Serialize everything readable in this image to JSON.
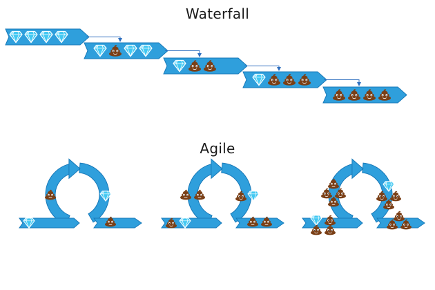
{
  "titles": {
    "waterfall": "Waterfall",
    "agile": "Agile"
  },
  "colors": {
    "arrow_blue": "#2f9fdc",
    "arrow_dark": "#1979b8",
    "connector": "#2f6fbf",
    "diamond": "#42c8f2",
    "diamond_light": "#c6f1ff",
    "poo": "#7a3f16",
    "poo_light": "#b06a34",
    "background": "#ffffff"
  },
  "icons": {
    "good": "diamond-icon",
    "bad": "poo-icon"
  },
  "waterfall": {
    "stages": [
      {
        "items": [
          "diamond",
          "diamond",
          "diamond",
          "diamond"
        ]
      },
      {
        "items": [
          "diamond",
          "poo",
          "diamond",
          "diamond"
        ]
      },
      {
        "items": [
          "diamond",
          "poo",
          "poo"
        ]
      },
      {
        "items": [
          "diamond",
          "poo",
          "poo",
          "poo"
        ]
      },
      {
        "items": [
          "poo",
          "poo",
          "poo",
          "poo"
        ]
      }
    ]
  },
  "agile": {
    "cycles": [
      {
        "input": [
          "diamond"
        ],
        "loop_left": [
          "poo"
        ],
        "loop_right": [
          "diamond"
        ],
        "output": [
          "poo"
        ]
      },
      {
        "input": [
          "poo",
          "diamond"
        ],
        "loop_left": [
          "poo",
          "poo"
        ],
        "loop_right": [
          "poo",
          "diamond"
        ],
        "output": [
          "poo",
          "poo"
        ]
      },
      {
        "input": [
          "diamond",
          "poo",
          "poo",
          "poo"
        ],
        "loop_left": [
          "poo",
          "poo",
          "poo",
          "poo"
        ],
        "loop_right": [
          "diamond",
          "poo",
          "poo",
          "poo"
        ],
        "output": [
          "poo",
          "poo",
          "poo"
        ]
      }
    ]
  }
}
